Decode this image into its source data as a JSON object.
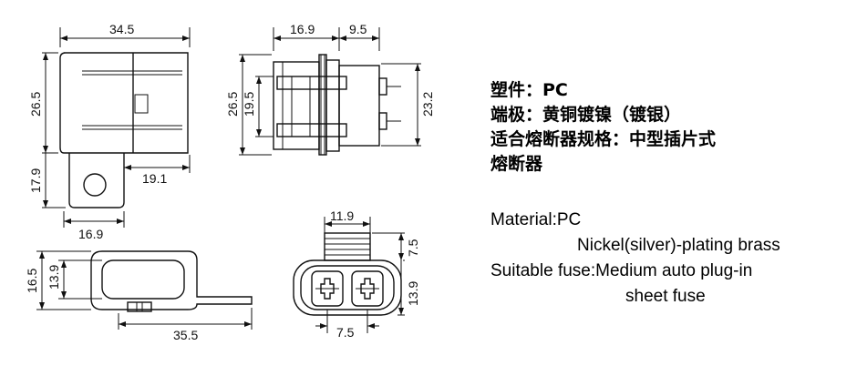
{
  "dimensions": {
    "top_left_width": "34.5",
    "top_left_height": "26.5",
    "tab_height": "17.9",
    "tab_offset": "19.1",
    "tab_width": "16.9",
    "side_width_a": "16.9",
    "side_width_b": "9.5",
    "side_height_outer": "26.5",
    "side_height_inner": "19.5",
    "side_height_right": "23.2",
    "bottom_height_outer": "16.5",
    "bottom_height_inner": "13.9",
    "bottom_length": "35.5",
    "front_top_width": "11.9",
    "front_tab_height": "7.5",
    "front_body_height": "13.9",
    "front_pitch": "7.5"
  },
  "specs_cn": {
    "line1": "塑件：PC",
    "line2": "端极：黄铜镀镍（镀银）",
    "line3": "适合熔断器规格：中型插片式",
    "line4": "熔断器"
  },
  "specs_en": {
    "line1": "Material:PC",
    "line2": "Nickel(silver)-plating brass",
    "line3": "Suitable fuse:Medium auto plug-in",
    "line4": "sheet fuse"
  }
}
